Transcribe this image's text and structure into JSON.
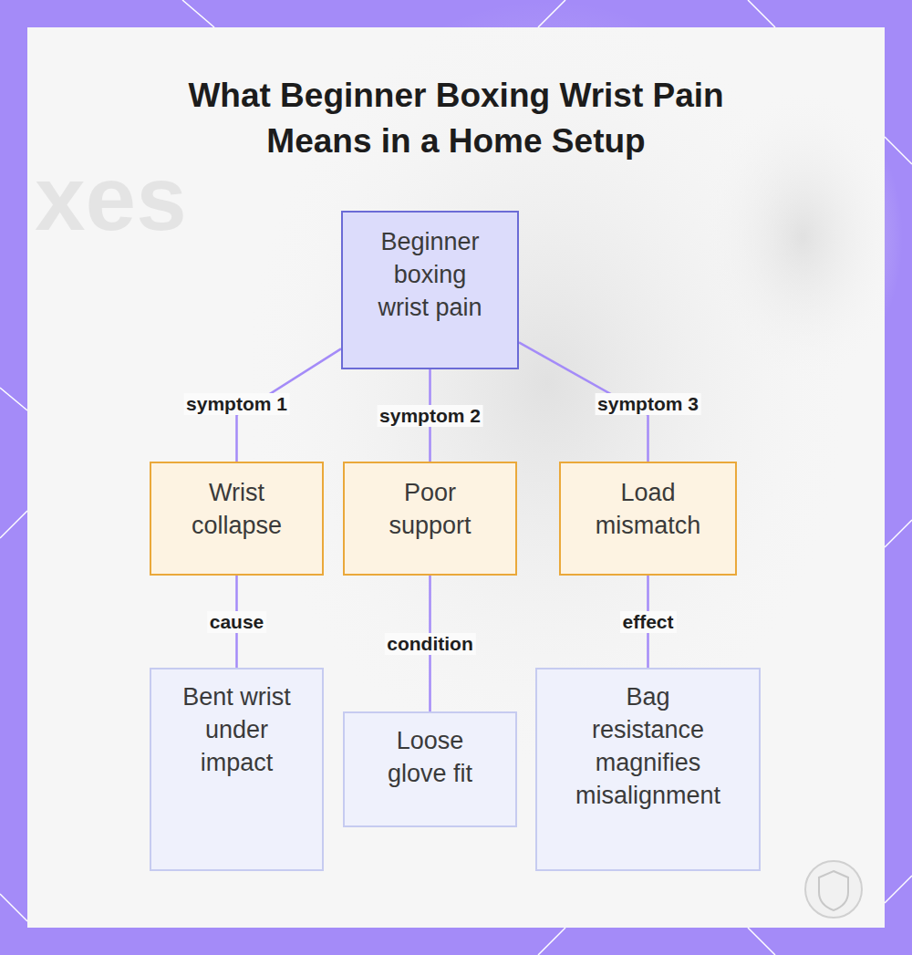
{
  "diagram": {
    "title": "What Beginner Boxing Wrist Pain Means in a Home Setup",
    "nodes": [
      {
        "text": [
          "Beginner boxing wrist pain"
        ]
      },
      {
        "text": [
          "Wrist collapse"
        ]
      },
      {
        "text": [
          "Poor support"
        ]
      },
      {
        "text": [
          "Load mismatch"
        ]
      },
      {
        "text": [
          "Bent wrist under impact"
        ]
      },
      {
        "text": [
          "Loose glove fit"
        ]
      },
      {
        "text": [
          "Bag resistance magnifies misalignment"
        ]
      }
    ],
    "edges": [
      {
        "from": 0,
        "to": 1,
        "label": "symptom 1",
        "arrow": "none"
      },
      {
        "from": 0,
        "to": 2,
        "label": "symptom 2",
        "arrow": "none"
      },
      {
        "from": 0,
        "to": 3,
        "label": "symptom 3",
        "arrow": "none"
      },
      {
        "from": 1,
        "to": 4,
        "label": "cause",
        "arrow": "none"
      },
      {
        "from": 2,
        "to": 5,
        "label": "condition",
        "arrow": "none"
      },
      {
        "from": 3,
        "to": 6,
        "label": "effect",
        "arrow": "none"
      }
    ],
    "labels": [
      "xes"
    ]
  }
}
